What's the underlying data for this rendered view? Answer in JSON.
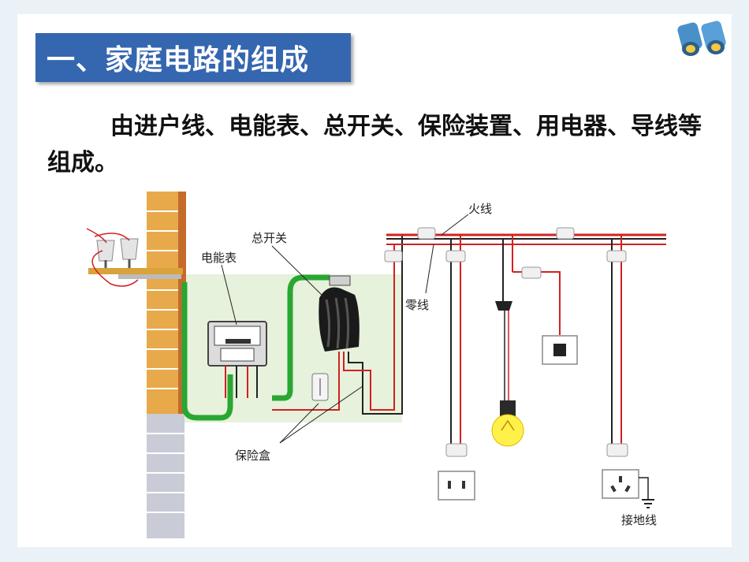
{
  "slide": {
    "title": "一、家庭电路的组成",
    "body": "由进户线、电能表、总开关、保险装置、用电器、导线等组成。"
  },
  "diagram": {
    "labels": {
      "meter": "电能表",
      "main_switch": "总开关",
      "fuse_box": "保险盒",
      "live_wire": "火线",
      "neutral_wire": "零线",
      "ground_wire": "接地线"
    }
  },
  "colors": {
    "title_bg": "#3566b0",
    "live": "#d42020",
    "neutral": "#222222",
    "green_wire": "#2aa632",
    "brick": "#e8a94a",
    "panel": "#e6f2dc"
  },
  "icons": [
    "binoculars-icon",
    "insulator-icon",
    "electric-meter-icon",
    "knife-switch-icon",
    "fuse-icon",
    "bulb-icon",
    "wall-switch-icon",
    "socket-icon",
    "ground-icon"
  ]
}
